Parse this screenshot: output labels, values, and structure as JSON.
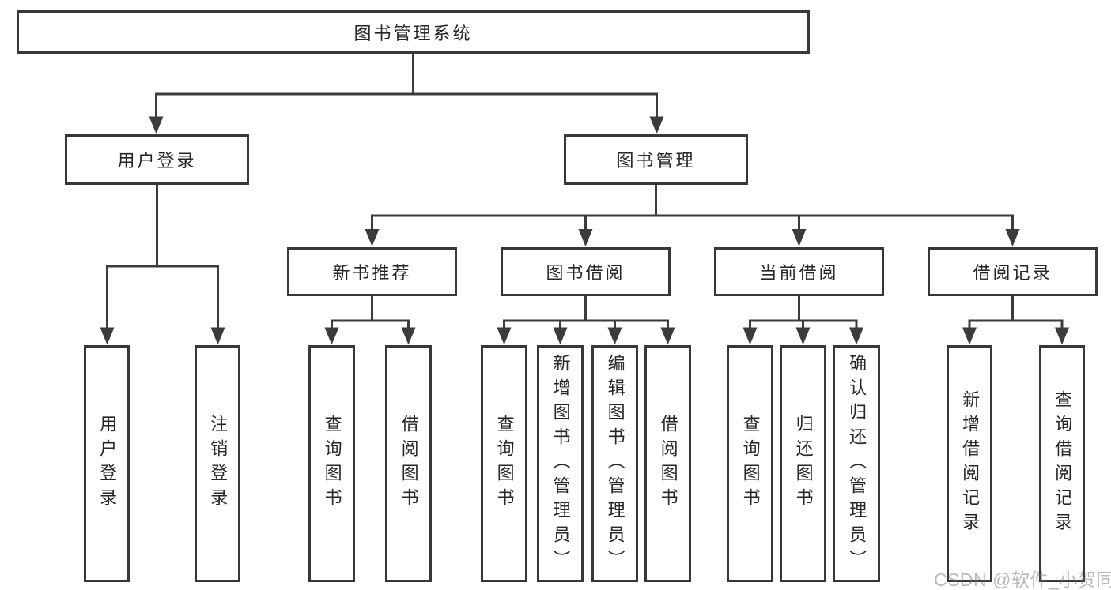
{
  "diagram": {
    "root": {
      "label": "图书管理系统"
    },
    "branches": [
      {
        "label": "用户登录",
        "children": [
          {
            "label": "用户登录"
          },
          {
            "label": "注销登录"
          }
        ]
      },
      {
        "label": "图书管理",
        "children": [
          {
            "label": "新书推荐",
            "children": [
              {
                "label": "查询图书"
              },
              {
                "label": "借阅图书"
              }
            ]
          },
          {
            "label": "图书借阅",
            "children": [
              {
                "label": "查询图书"
              },
              {
                "label": "新增图书（管理员）"
              },
              {
                "label": "编辑图书（管理员）"
              },
              {
                "label": "借阅图书"
              }
            ]
          },
          {
            "label": "当前借阅",
            "children": [
              {
                "label": "查询图书"
              },
              {
                "label": "归还图书"
              },
              {
                "label": "确认归还（管理员）"
              }
            ]
          },
          {
            "label": "借阅记录",
            "children": [
              {
                "label": "新增借阅记录"
              },
              {
                "label": "查询借阅记录"
              }
            ]
          }
        ]
      }
    ],
    "watermark": "CSDN @软件_小贺同学",
    "colors": {
      "line": "#3b3b3b",
      "border": "#383838",
      "text": "#262626",
      "background": "#ffffff",
      "watermark": "#b3b6bd"
    }
  }
}
